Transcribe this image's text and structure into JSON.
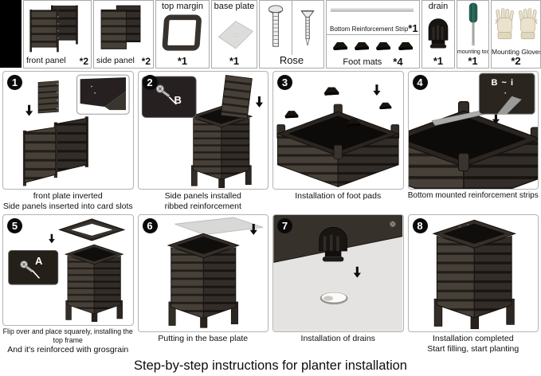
{
  "title": "Step-by-step instructions for planter installation",
  "colors": {
    "panel_front": "#474038",
    "panel_side": "#322d28",
    "panel_interior": "#0e0c0a",
    "plate_grey": "#d8d8d6",
    "strip_grey": "#b9b9b7",
    "tool_teal": "#2b6a5c",
    "glove_cream": "#eae2cd",
    "badge_black": "#0a0a0a"
  },
  "parts": [
    {
      "name": "front panel",
      "qty": "*2",
      "icon": "front-panel-icon"
    },
    {
      "name": "side panel",
      "qty": "*2",
      "icon": "side-panel-icon"
    },
    {
      "name": "top margin",
      "qty": "*1",
      "icon": "top-frame-icon"
    },
    {
      "name": "base plate",
      "qty": "*1",
      "icon": "base-plate-icon"
    },
    {
      "name": "Rose",
      "qty": "",
      "icon": "screws-icon"
    },
    {
      "name": "Bottom Reinforcement Strip",
      "qty": "*1",
      "icon": "reinforcement-strip-icon"
    },
    {
      "name": "Foot mats",
      "qty": "*4",
      "icon": "foot-mats-icon"
    },
    {
      "name": "drain",
      "qty": "*1",
      "icon": "drain-plug-icon"
    },
    {
      "name": "mounting tool",
      "qty": "*1",
      "icon": "screwdriver-icon"
    },
    {
      "name": "Mounting Gloves",
      "qty": "*2",
      "icon": "gloves-icon"
    }
  ],
  "steps": [
    {
      "number": "1",
      "caption1": "front plate inverted",
      "caption2": "Side panels inserted into card slots"
    },
    {
      "number": "2",
      "caption1": "Side panels installed",
      "caption2": "ribbed reinforcement",
      "inset_label": "B"
    },
    {
      "number": "3",
      "caption1": "Installation of foot pads"
    },
    {
      "number": "4",
      "caption1": "Bottom mounted reinforcement strips",
      "inset_label": "B ~ i"
    },
    {
      "number": "5",
      "caption1": "Flip over and place squarely, installing the top frame",
      "caption2": "And it's reinforced with grosgrain",
      "inset_label": "A"
    },
    {
      "number": "6",
      "caption1": "Putting in the base plate"
    },
    {
      "number": "7",
      "caption1": "Installation of drains"
    },
    {
      "number": "8",
      "caption1": "Installation completed",
      "caption2": "Start filling, start planting"
    }
  ]
}
